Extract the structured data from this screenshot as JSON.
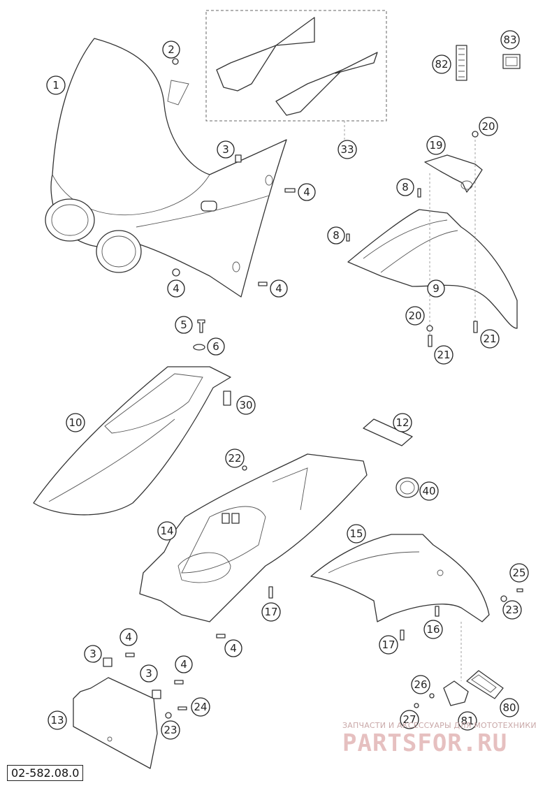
{
  "diagram_code": "02-582.08.0",
  "watermark": {
    "text": "ЗАПЧАСТИ И АКСЕССУАРЫ ДЛЯ МОТОТЕХНИКИ",
    "logo": "PARTSFOR.RU"
  },
  "callouts": [
    {
      "id": "c1",
      "label": "1"
    },
    {
      "id": "c2",
      "label": "2"
    },
    {
      "id": "c3a",
      "label": "3"
    },
    {
      "id": "c4a",
      "label": "4"
    },
    {
      "id": "c4b",
      "label": "4"
    },
    {
      "id": "c4c",
      "label": "4"
    },
    {
      "id": "c33",
      "label": "33"
    },
    {
      "id": "c82",
      "label": "82"
    },
    {
      "id": "c83",
      "label": "83"
    },
    {
      "id": "c19",
      "label": "19"
    },
    {
      "id": "c20a",
      "label": "20"
    },
    {
      "id": "c8a",
      "label": "8"
    },
    {
      "id": "c8b",
      "label": "8"
    },
    {
      "id": "c9",
      "label": "9"
    },
    {
      "id": "c20b",
      "label": "20"
    },
    {
      "id": "c21a",
      "label": "21"
    },
    {
      "id": "c21b",
      "label": "21"
    },
    {
      "id": "c5",
      "label": "5"
    },
    {
      "id": "c6",
      "label": "6"
    },
    {
      "id": "c30",
      "label": "30"
    },
    {
      "id": "c10",
      "label": "10"
    },
    {
      "id": "c12",
      "label": "12"
    },
    {
      "id": "c22",
      "label": "22"
    },
    {
      "id": "c40",
      "label": "40"
    },
    {
      "id": "c14",
      "label": "14"
    },
    {
      "id": "c15",
      "label": "15"
    },
    {
      "id": "c25",
      "label": "25"
    },
    {
      "id": "c23a",
      "label": "23"
    },
    {
      "id": "c17a",
      "label": "17"
    },
    {
      "id": "c16",
      "label": "16"
    },
    {
      "id": "c17b",
      "label": "17"
    },
    {
      "id": "c4d",
      "label": "4"
    },
    {
      "id": "c4e",
      "label": "4"
    },
    {
      "id": "c3b",
      "label": "3"
    },
    {
      "id": "c3c",
      "label": "3"
    },
    {
      "id": "c4f",
      "label": "4"
    },
    {
      "id": "c24",
      "label": "24"
    },
    {
      "id": "c23b",
      "label": "23"
    },
    {
      "id": "c13",
      "label": "13"
    },
    {
      "id": "c26",
      "label": "26"
    },
    {
      "id": "c27",
      "label": "27"
    },
    {
      "id": "c81",
      "label": "81"
    },
    {
      "id": "c80",
      "label": "80"
    }
  ]
}
